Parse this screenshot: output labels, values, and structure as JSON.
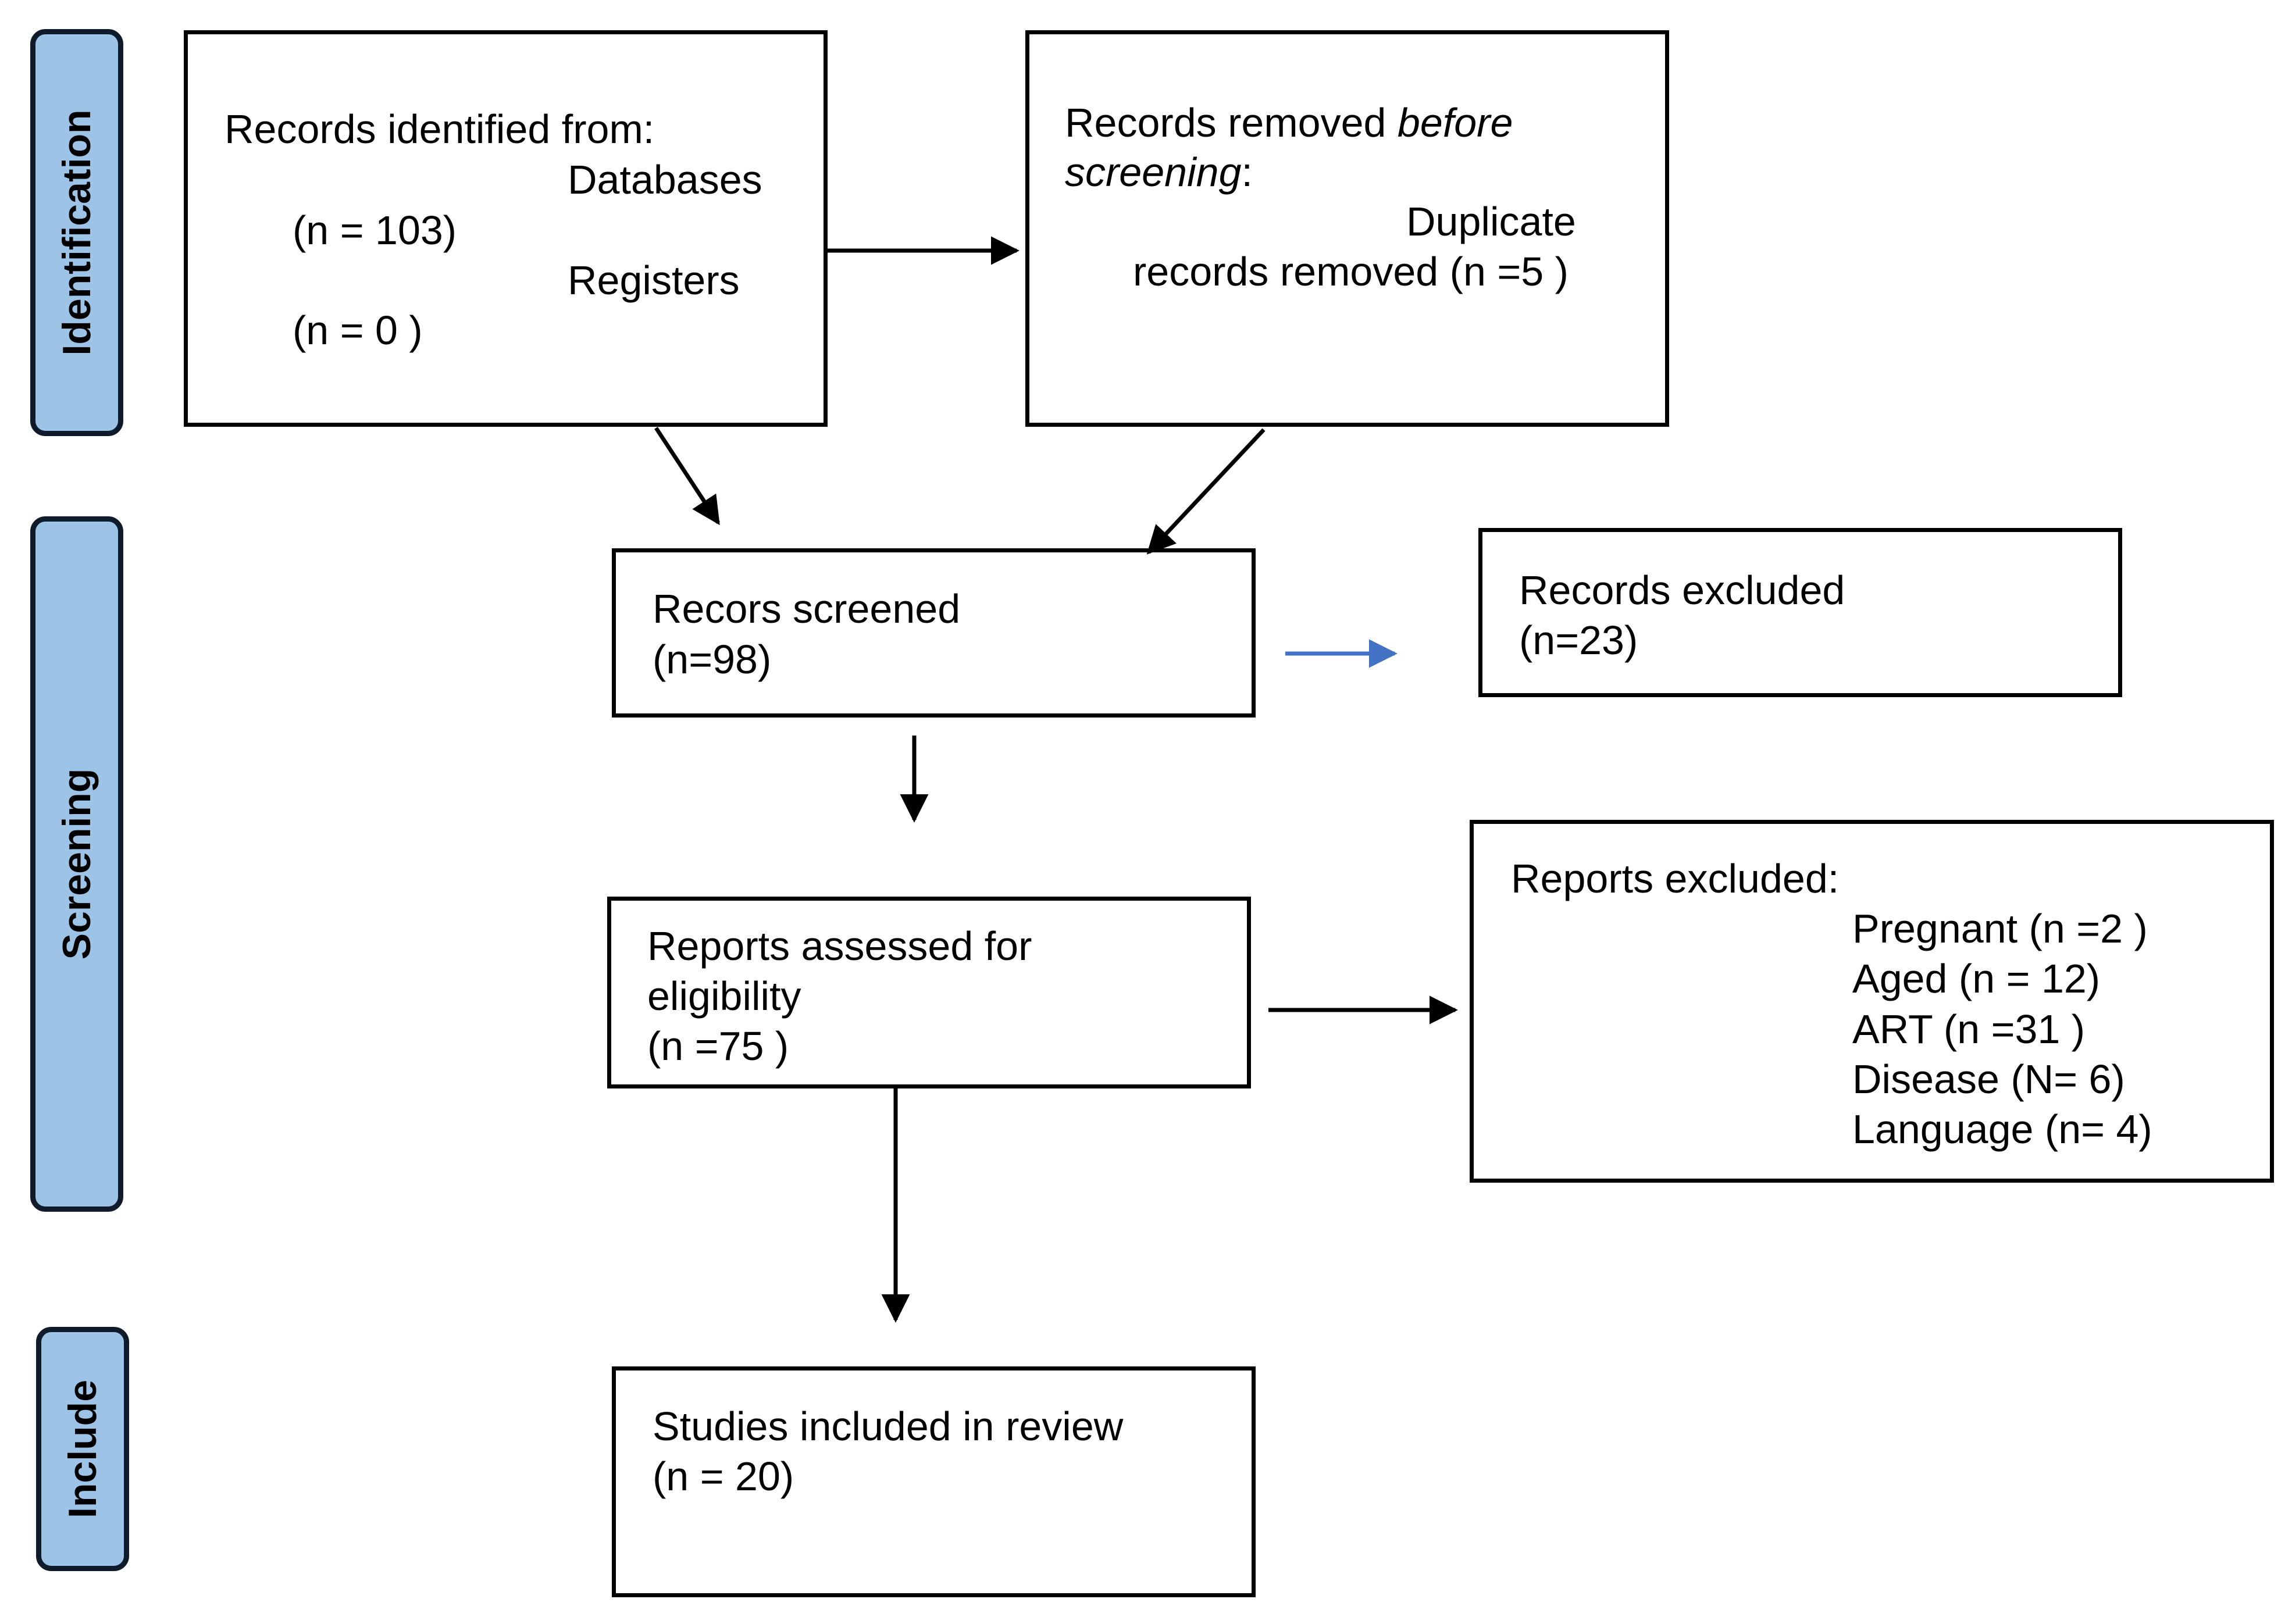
{
  "phases": {
    "identification": "Identification",
    "screening": "Screening",
    "include": "Include"
  },
  "identified": {
    "title": "Records identified from:",
    "databases": "Databases",
    "databases_n": "(n = 103)",
    "registers": "Registers",
    "registers_n": "(n = 0 )"
  },
  "removed": {
    "line1_plain": "Records removed ",
    "line1_italic": "before",
    "line2_italic": "screening",
    "line2_plain": ":",
    "duplicate": "Duplicate",
    "duplicate_n": "records removed  (n =5 )"
  },
  "screened": {
    "title": "Recors screened",
    "n": "(n=98)"
  },
  "excluded": {
    "title": "Records excluded",
    "n": "(n=23)"
  },
  "assessed": {
    "line1": "Reports assessed for",
    "line2": "eligibility",
    "n": "(n =75 )"
  },
  "reports_excluded": {
    "title": "Reports excluded:",
    "reasons": [
      "Pregnant  (n =2 )",
      "Aged (n = 12)",
      "ART  (n =31 )",
      "Disease  (N= 6)",
      "Language (n= 4)"
    ]
  },
  "included": {
    "title": "Studies included in review",
    "n": "(n = 20)"
  },
  "colors": {
    "phase_fill": "#9dc3e6",
    "phase_border": "#0f1a2a",
    "blue_arrow": "#4472c4",
    "black": "#000000"
  }
}
